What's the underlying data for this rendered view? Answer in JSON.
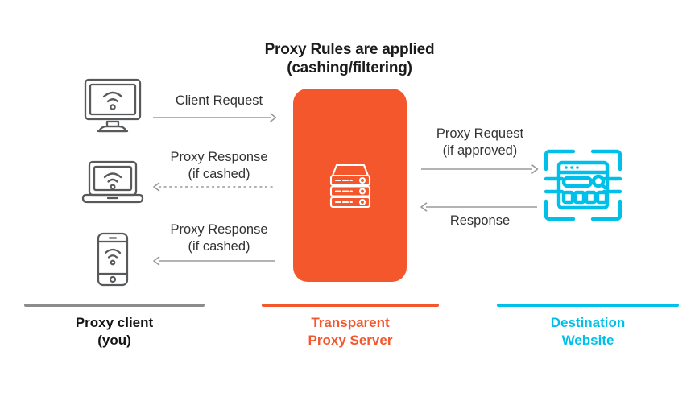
{
  "diagram": {
    "title": "Proxy Rules are applied\n(cashing/filtering)",
    "colors": {
      "orange": "#f4572c",
      "cyan": "#00c0ea",
      "gray": "#8b8c8e",
      "text": "#333333",
      "dark": "#141414"
    }
  },
  "client_nodes": [
    {
      "icon": "desktop-computer-wifi-icon"
    },
    {
      "icon": "laptop-wifi-icon"
    },
    {
      "icon": "smartphone-wifi-icon"
    }
  ],
  "proxy_node": {
    "icon": "server-rack-icon"
  },
  "destination_node": {
    "icon": "website-browser-search-icon"
  },
  "flows": [
    {
      "id": "client-request",
      "label": "Client Request",
      "direction": "right",
      "style": "solid"
    },
    {
      "id": "proxy-response-cached-laptop",
      "label": "Proxy Response\n(if cashed)",
      "direction": "left",
      "style": "dashed"
    },
    {
      "id": "proxy-response-cached-phone",
      "label": "Proxy Response\n(if cashed)",
      "direction": "left",
      "style": "solid"
    },
    {
      "id": "proxy-request-approved",
      "label": "Proxy Request\n(if approved)",
      "direction": "right",
      "style": "solid"
    },
    {
      "id": "response",
      "label": "Response",
      "direction": "left",
      "style": "solid"
    }
  ],
  "legend": [
    {
      "id": "proxy-client",
      "label": "Proxy client\n(you)",
      "color": "#141414"
    },
    {
      "id": "transparent-proxy",
      "label": "Transparent\nProxy Server",
      "color": "#f4572c"
    },
    {
      "id": "destination-site",
      "label": "Destination\nWebsite",
      "color": "#00c0ea"
    }
  ]
}
